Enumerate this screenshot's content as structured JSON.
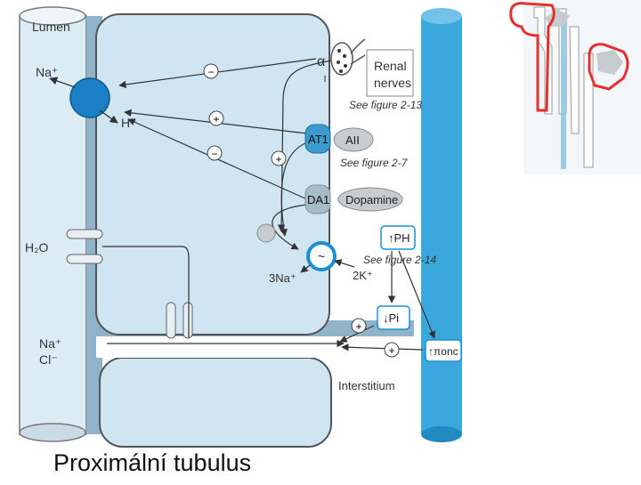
{
  "diagram": {
    "lumen_label": "Lumen",
    "na_lumen": "Na⁺",
    "h_plus": "H⁺",
    "h2o": "H₂O",
    "na_cl": [
      "Na⁺",
      "Cl⁻"
    ],
    "alpha": "α",
    "renal_nerves": [
      "Renal",
      "nerves"
    ],
    "see_213": "See figure 2-13",
    "at1": "AT1",
    "aii": "AII",
    "see_27": "See figure 2-7",
    "da1": "DA1",
    "dopamine": "Dopamine",
    "na3": "3Na⁺",
    "k2": "2K⁺",
    "ph": "↑PH",
    "see_214": "See figure 2-14",
    "pi": "↓Pi",
    "ponc": "↑πonc",
    "interstitium": "Interstitium",
    "minus": "−",
    "plus": "+",
    "wave": "~"
  },
  "caption": "Proximální tubulus",
  "colors": {
    "lumen_fill": "#dcecf5",
    "cell_fill": "#cfe5f1",
    "capillary": "#3aa8dd",
    "exchanger": "#1a7fc4",
    "receptor": "#3b9bcc",
    "ligand": "#c7ccd0",
    "outline": "#333333",
    "nephron_red": "#e53030"
  }
}
